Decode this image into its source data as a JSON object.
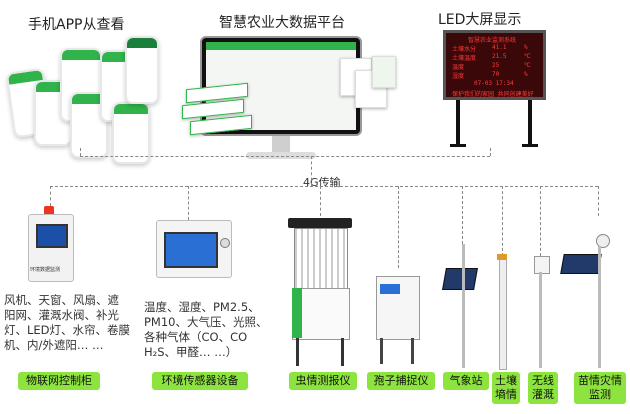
{
  "titles": {
    "app": "手机APP从查看",
    "platform": "智慧农业大数据平台",
    "led": "LED大屏显示",
    "transmission": "4G传输"
  },
  "led_screen": {
    "header": "智慧农业监测系统",
    "rows": [
      {
        "label": "土壤水分",
        "value": "41.1",
        "unit": "%"
      },
      {
        "label": "土壤温度",
        "value": "21.5",
        "unit": "℃"
      },
      {
        "label": "温度",
        "value": "25",
        "unit": "℃"
      },
      {
        "label": "湿度",
        "value": "70",
        "unit": "%"
      }
    ],
    "time": "07-03 17:34",
    "footer": "保护我们的家园 共同创建美好"
  },
  "devices": [
    {
      "id": "cabinet",
      "label": "物联网控制柜",
      "desc": [
        "风机、天窗、风扇、遮",
        "阳网、灌溉水阀、补光",
        "灯、LED灯、水帘、卷膜",
        "机、内/外遮阳… …"
      ],
      "screen_text": "环境数据监测"
    },
    {
      "id": "sensor",
      "label": "环境传感器设备",
      "desc": [
        "温度、湿度、PM2.5、",
        "PM10、大气压、光照、",
        "各种气体（CO、CO",
        "H₂S、甲醛… …）"
      ]
    },
    {
      "id": "insect",
      "label": "虫情测报仪"
    },
    {
      "id": "spore",
      "label": "孢子捕捉仪"
    },
    {
      "id": "weather",
      "label": "气象站"
    },
    {
      "id": "soil",
      "label": "土壤墒情"
    },
    {
      "id": "irrigation",
      "label": "无线灌溉"
    },
    {
      "id": "seedling",
      "label": "苗情灾情监测"
    }
  ]
}
